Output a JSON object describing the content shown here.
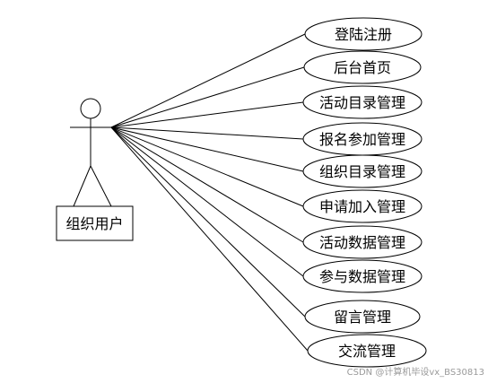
{
  "actor": {
    "label": "组织用户"
  },
  "use_cases": [
    {
      "label": "登陆注册"
    },
    {
      "label": "后台首页"
    },
    {
      "label": "活动目录管理"
    },
    {
      "label": "报名参加管理"
    },
    {
      "label": "组织目录管理"
    },
    {
      "label": "申请加入管理"
    },
    {
      "label": "活动数据管理"
    },
    {
      "label": "参与数据管理"
    },
    {
      "label": "留言管理"
    },
    {
      "label": "交流管理"
    }
  ],
  "watermark": "CSDN @计算机毕设vx_BS30813"
}
